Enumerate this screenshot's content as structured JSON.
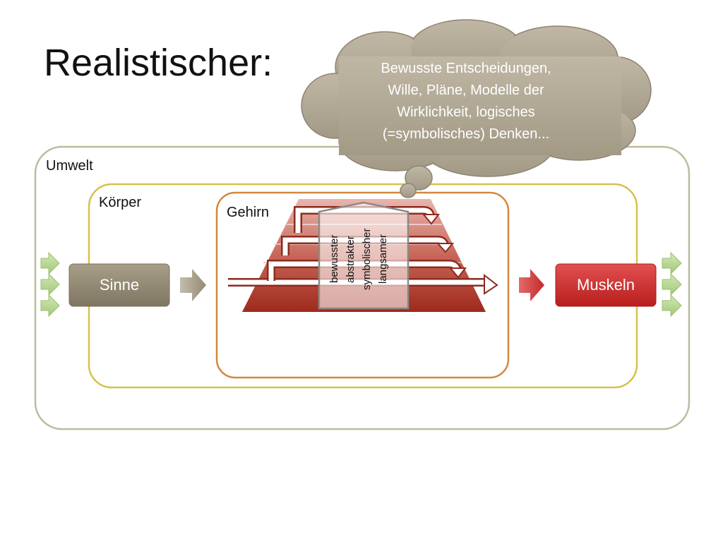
{
  "title": "Realistischer:",
  "cloud": {
    "lines": [
      "Bewusste Entscheidungen,",
      "Wille, Pläne, Modelle der",
      "Wirklichkeit, logisches",
      "(=symbolisches) Denken..."
    ]
  },
  "regions": {
    "umwelt": "Umwelt",
    "koerper": "Körper",
    "gehirn": "Gehirn"
  },
  "boxes": {
    "sinne": "Sinne",
    "muskeln": "Muskeln"
  },
  "levels": [
    "bewusster",
    "abstrakter",
    "symbolischer",
    "langsamer"
  ],
  "colors": {
    "cloud_fill": "#b4ab98",
    "umwelt_border": "#b9bd9c",
    "koerper_border": "#d6c24a",
    "gehirn_border": "#d4873e",
    "sinne_fill": "#8f846d",
    "muskeln_fill": "#cf2f2f",
    "green_arrow": "#b9d88e",
    "brain_dark": "#a42c1e",
    "brain_light": "#e8b3ab"
  }
}
